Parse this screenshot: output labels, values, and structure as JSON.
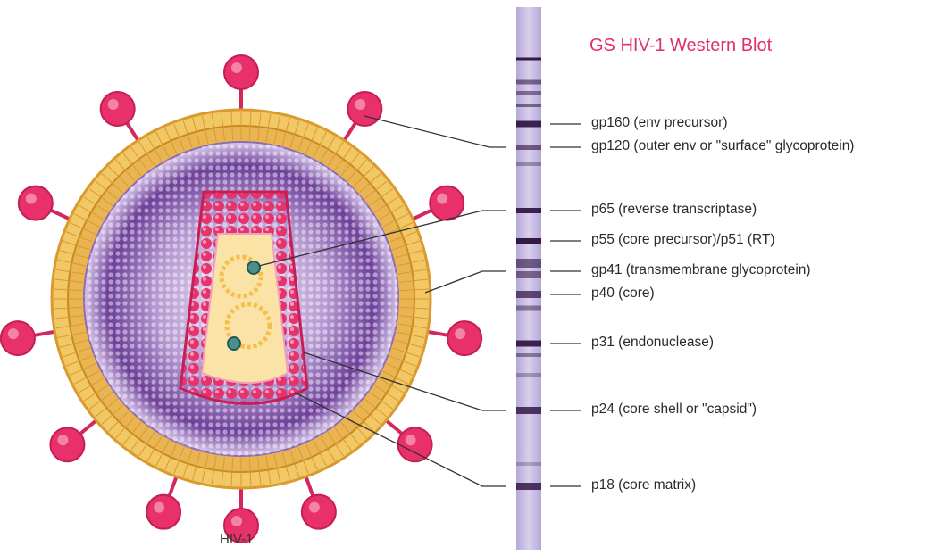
{
  "title": "GS HIV-1 Western Blot",
  "virus_caption": "HIV-1",
  "colors": {
    "title": "#e0306a",
    "envelope_outer": "#f2c766",
    "envelope_inner": "#e9a93a",
    "spike": "#e8306a",
    "matrix": "#7a4aa6",
    "capsid": "#e8326a",
    "strip": "#c9bde0",
    "band": "#2b0f3f"
  },
  "bands": [
    {
      "label": "gp160 (env precursor)"
    },
    {
      "label": "gp120 (outer env or \"surface\" glycoprotein)"
    },
    {
      "label": "p65 (reverse transcriptase)"
    },
    {
      "label": "p55 (core precursor)/p51 (RT)"
    },
    {
      "label": "gp41 (transmembrane glycoprotein)"
    },
    {
      "label": "p40 (core)"
    },
    {
      "label": "p31 (endonuclease)"
    },
    {
      "label": "p24 (core shell or \"capsid\")"
    },
    {
      "label": "p18 (core matrix)"
    }
  ]
}
